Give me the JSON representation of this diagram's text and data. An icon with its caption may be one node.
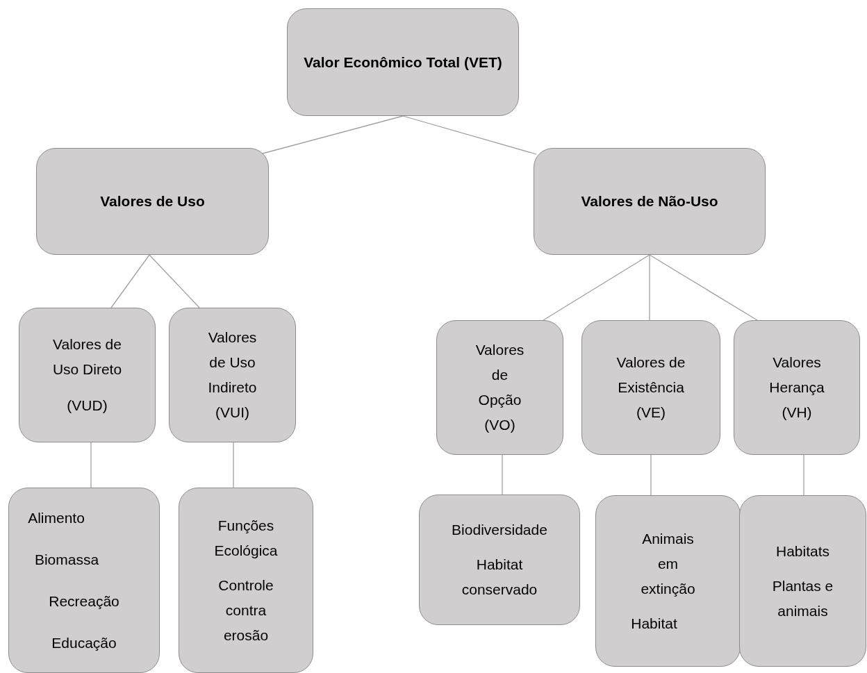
{
  "diagram": {
    "nodes": [
      {
        "text": [
          "Valor Econômico Total (VET)"
        ]
      },
      {
        "text": [
          "Valores de Uso"
        ]
      },
      {
        "text": [
          "Valores de Não-Uso"
        ]
      },
      {
        "text": [
          "Valores de Uso Direto",
          "(VUD)"
        ]
      },
      {
        "text": [
          "Valores de Uso Indireto (VUI)"
        ]
      },
      {
        "text": [
          "Valores de Opção (VO)"
        ]
      },
      {
        "text": [
          "Valores de Existência (VE)"
        ]
      },
      {
        "text": [
          "Valores Herança (VH)"
        ]
      },
      {
        "text": [
          "Alimento",
          "Biomassa",
          "Recreação",
          "Educação"
        ]
      },
      {
        "text": [
          "Funções Ecológica",
          "Controle contra erosão"
        ]
      },
      {
        "text": [
          "Biodiversidade",
          "Habitat conservado"
        ]
      },
      {
        "text": [
          "Animais em extinção",
          "Habitat"
        ]
      },
      {
        "text": [
          "Habitats",
          "Plantas e animais"
        ]
      }
    ],
    "edges": [
      {
        "from": 0,
        "to": 1,
        "arrow": "none"
      },
      {
        "from": 0,
        "to": 2,
        "arrow": "none"
      },
      {
        "from": 1,
        "to": 3,
        "arrow": "none"
      },
      {
        "from": 1,
        "to": 4,
        "arrow": "none"
      },
      {
        "from": 2,
        "to": 5,
        "arrow": "none"
      },
      {
        "from": 2,
        "to": 6,
        "arrow": "none"
      },
      {
        "from": 2,
        "to": 7,
        "arrow": "none"
      },
      {
        "from": 3,
        "to": 8,
        "arrow": "none"
      },
      {
        "from": 4,
        "to": 9,
        "arrow": "none"
      },
      {
        "from": 5,
        "to": 10,
        "arrow": "none"
      },
      {
        "from": 6,
        "to": 11,
        "arrow": "none"
      },
      {
        "from": 7,
        "to": 12,
        "arrow": "none"
      }
    ]
  }
}
